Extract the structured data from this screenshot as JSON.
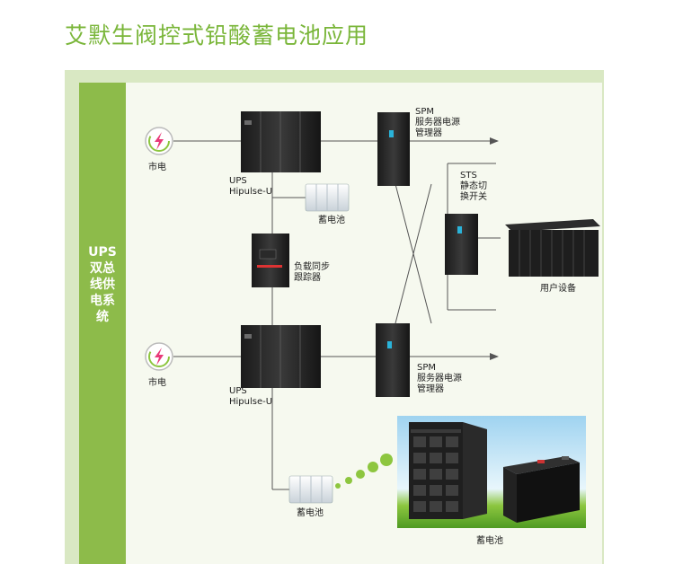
{
  "title": "艾默生阀控式铅酸蓄电池应用",
  "sidebar": {
    "line1": "UPS",
    "line2": "双总",
    "line3": "线供",
    "line4": "电系",
    "line5": "统"
  },
  "labels": {
    "mains_top": "市电",
    "mains_bottom": "市电",
    "ups_top_1": "UPS",
    "ups_top_2": "Hipulse-U",
    "ups_bottom_1": "UPS",
    "ups_bottom_2": "Hipulse-U",
    "battery_top": "蓄电池",
    "battery_bottom": "蓄电池",
    "battery_photo": "蓄电池",
    "sync_1": "负载同步",
    "sync_2": "跟踪器",
    "spm_top_1": "SPM",
    "spm_top_2": "服务器电源",
    "spm_top_3": "管理器",
    "spm_bottom_1": "SPM",
    "spm_bottom_2": "服务器电源",
    "spm_bottom_3": "管理器",
    "sts_1": "STS",
    "sts_2": "静态切",
    "sts_3": "换开关",
    "user_equipment": "用户设备"
  },
  "colors": {
    "accent": "#7ab63a",
    "sidebar": "#8dbb4a",
    "panel": "#d9e8c3",
    "line": "#555555"
  },
  "icons": [
    "lightning-icon"
  ]
}
